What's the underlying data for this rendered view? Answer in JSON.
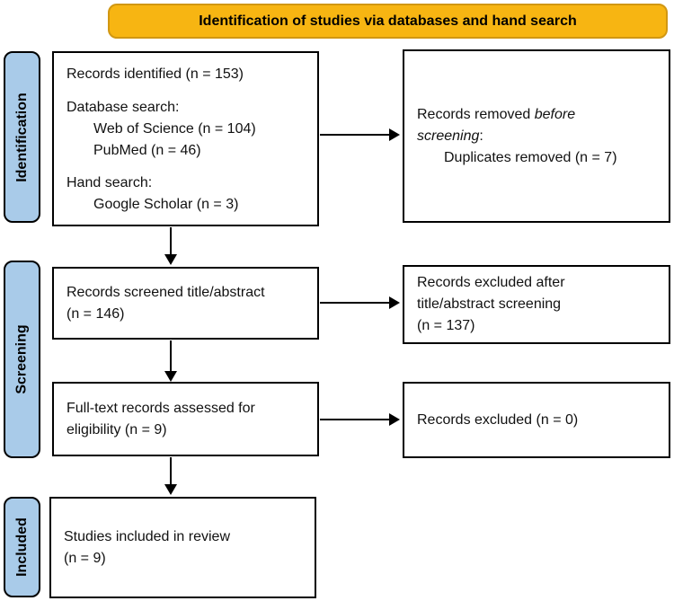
{
  "colors": {
    "header_bg": "#F7B512",
    "header_border": "#D19712",
    "stage_bg": "#A9CBE9",
    "box_bg": "#FFFFFF"
  },
  "header": {
    "title": "Identification of studies via databases and hand search"
  },
  "stages": [
    {
      "id": "identification",
      "label": "Identification"
    },
    {
      "id": "screening",
      "label": "Screening"
    },
    {
      "id": "included",
      "label": "Included"
    }
  ],
  "boxes": {
    "records_identified": {
      "title": "Records identified (n = 153)",
      "database_header": "Database search:",
      "database_items": [
        "Web of Science (n = 104)",
        "PubMed (n = 46)"
      ],
      "hand_header": "Hand search:",
      "hand_items": [
        "Google Scholar (n = 3)"
      ]
    },
    "records_removed": {
      "line1_normal": "Records removed",
      "line1_italic": "before",
      "line2_italic": "screening",
      "line2_normal": ":",
      "detail": "Duplicates removed (n = 7)"
    },
    "records_screened": {
      "line1": "Records screened title/abstract",
      "line2": "(n = 146)"
    },
    "records_excluded_screening": {
      "line1": "Records excluded after",
      "line2": "title/abstract screening",
      "line3": "(n = 137)"
    },
    "fulltext_assessed": {
      "line1": "Full-text records assessed for",
      "line2": "eligibility (n = 9)"
    },
    "records_excluded_fulltext": {
      "line1": "Records excluded (n = 0)"
    },
    "studies_included": {
      "line1": "Studies included in review",
      "line2": "(n = 9)"
    }
  }
}
